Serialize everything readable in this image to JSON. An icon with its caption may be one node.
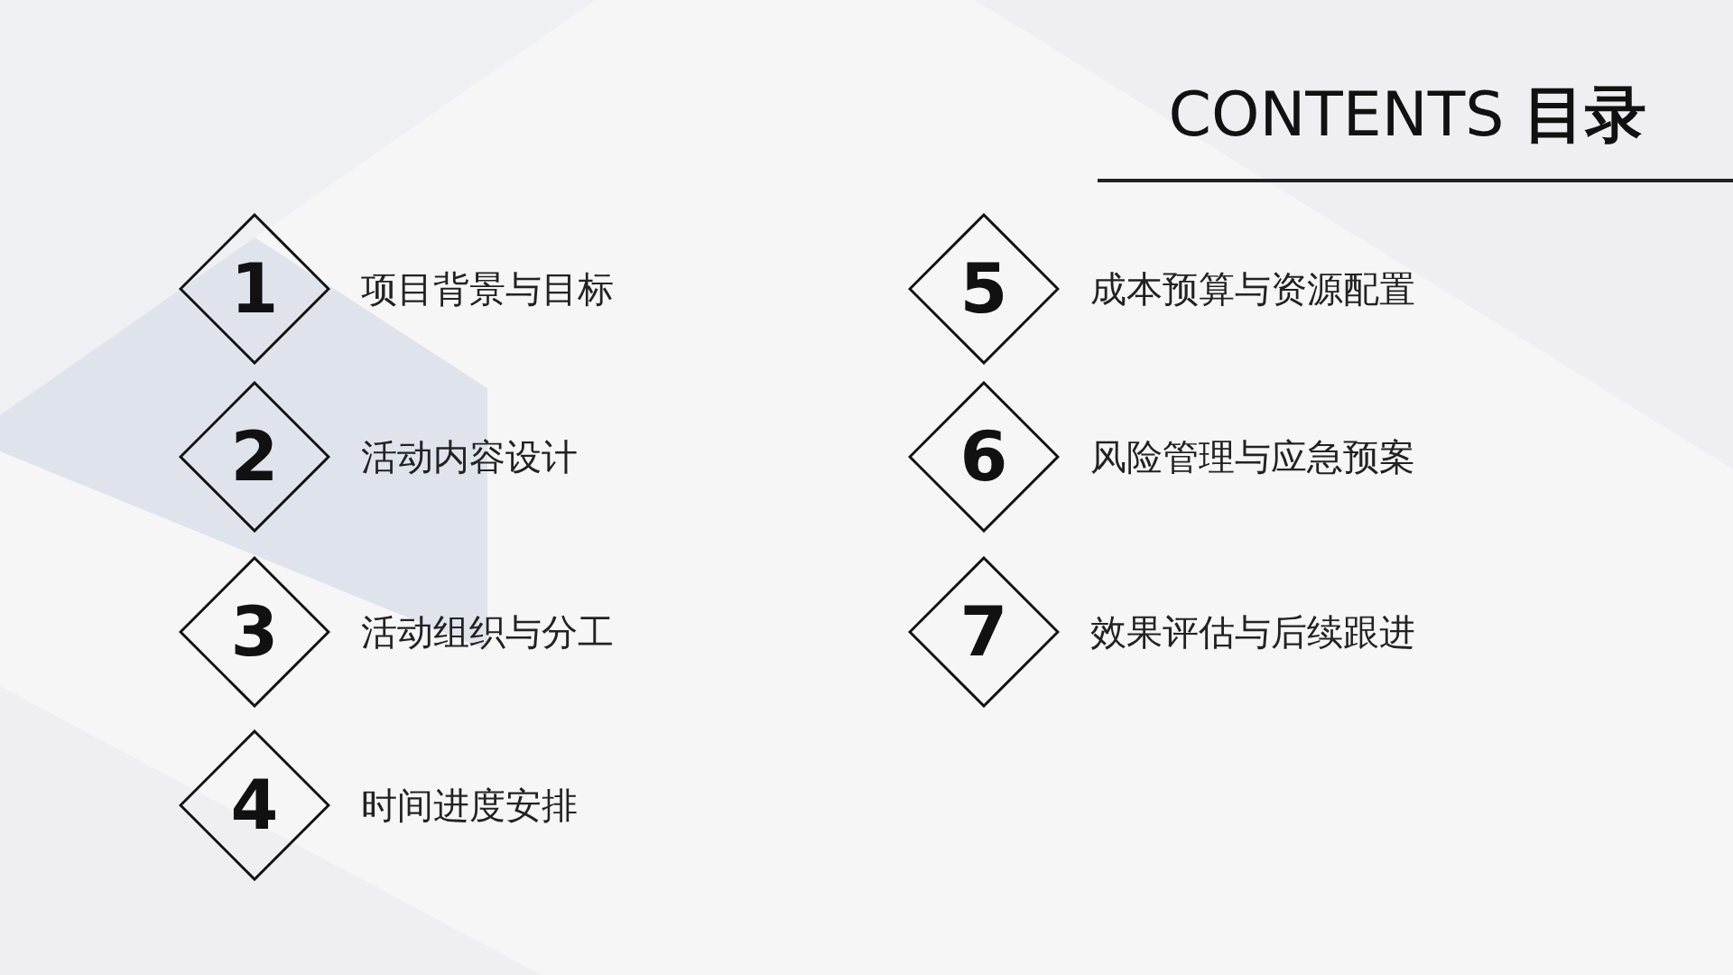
{
  "diagram": {
    "title": "CONTENTS **目录**",
    "nodes": [
      {
        "text": [
          "1"
        ],
        "beside": [
          "项目背景与目标"
        ]
      },
      {
        "text": [
          "2"
        ],
        "beside": [
          "活动内容设计"
        ]
      },
      {
        "text": [
          "3"
        ],
        "beside": [
          "活动组织与分工"
        ]
      },
      {
        "text": [
          "4"
        ],
        "beside": [
          "时间进度安排"
        ]
      },
      {
        "text": [
          "5"
        ],
        "beside": [
          "成本预算与资源配置"
        ]
      },
      {
        "text": [
          "6"
        ],
        "beside": [
          "风险管理与应急预案"
        ]
      },
      {
        "text": [
          "7"
        ],
        "beside": [
          "效果评估与后续跟进"
        ]
      }
    ]
  }
}
